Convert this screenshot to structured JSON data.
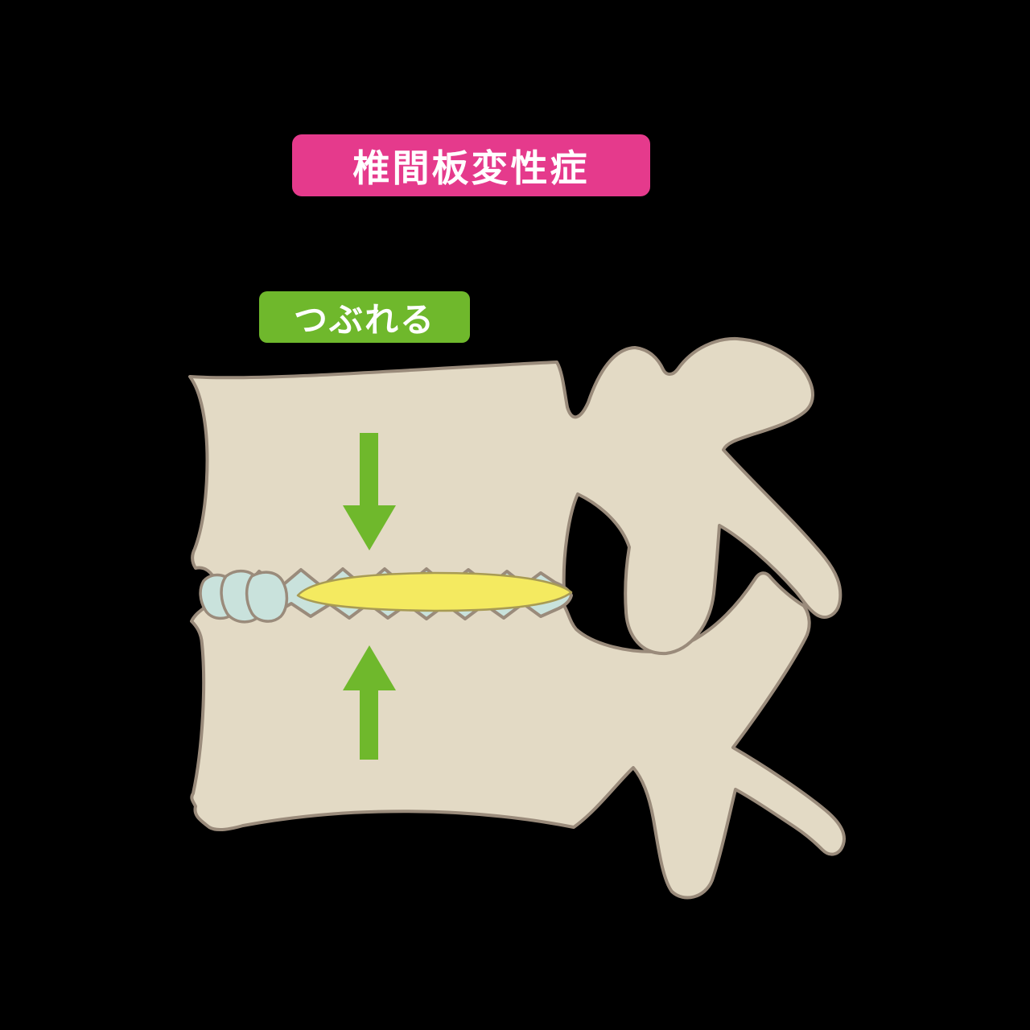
{
  "banner": {
    "text": "椎間板変性症"
  },
  "collapse_label": {
    "text": "つぶれる"
  },
  "icons": {
    "down_arrow": "arrow-down",
    "up_arrow": "arrow-up"
  },
  "colors": {
    "background": "#000000",
    "banner_bg": "#E53A8C",
    "banner_text": "#FFFFFF",
    "label_bg": "#6FB82C",
    "label_text": "#FFFFFF",
    "bone_fill": "#E3DAC5",
    "outline": "#9A8B7B",
    "annulus_fill": "#C9E2DC",
    "nucleus_fill": "#F4EA60",
    "nucleus_outline": "#A89B54",
    "arrow_fill": "#6FB82C"
  }
}
